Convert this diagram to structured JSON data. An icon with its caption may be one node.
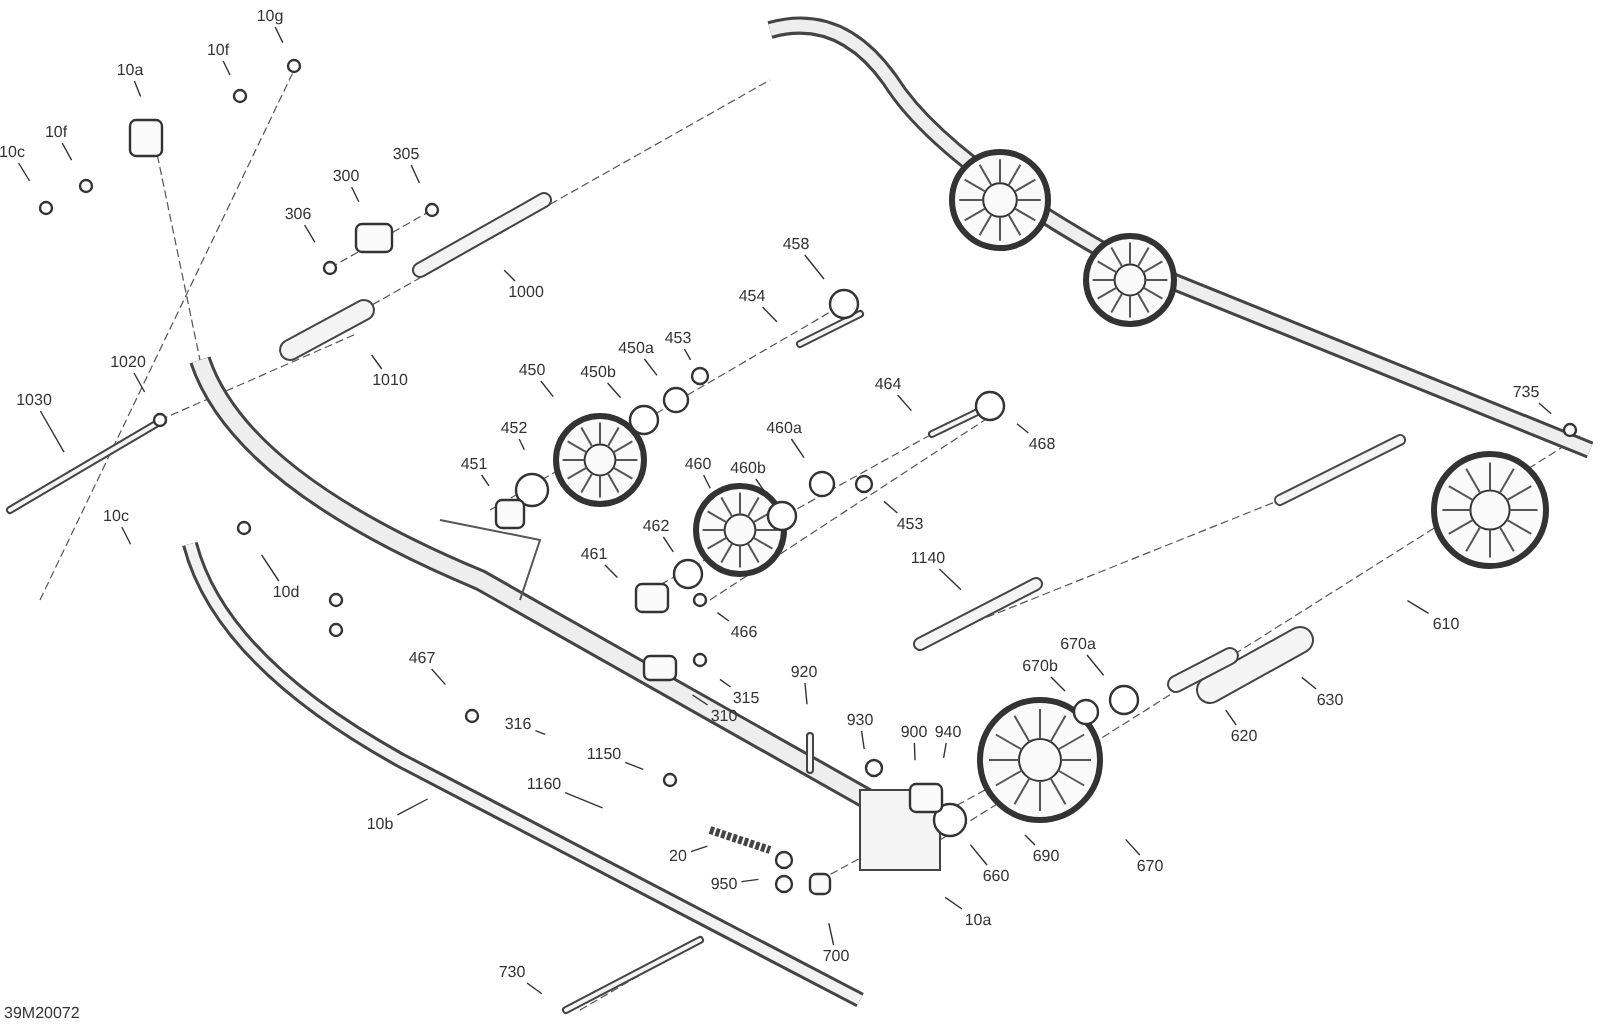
{
  "diagram": {
    "nodes": [
      {
        "text": [
          "10g"
        ]
      },
      {
        "text": [
          "10f"
        ]
      },
      {
        "text": [
          "10a"
        ]
      },
      {
        "text": [
          "10f"
        ]
      },
      {
        "text": [
          "10c"
        ]
      },
      {
        "text": [
          "305"
        ]
      },
      {
        "text": [
          "300"
        ]
      },
      {
        "text": [
          "306"
        ]
      },
      {
        "text": [
          "1000"
        ]
      },
      {
        "text": [
          "458"
        ]
      },
      {
        "text": [
          "454"
        ]
      },
      {
        "text": [
          "453"
        ]
      },
      {
        "text": [
          "450a"
        ]
      },
      {
        "text": [
          "450b"
        ]
      },
      {
        "text": [
          "450"
        ]
      },
      {
        "text": [
          "1020"
        ]
      },
      {
        "text": [
          "1010"
        ]
      },
      {
        "text": [
          "735"
        ]
      },
      {
        "text": [
          "1030"
        ]
      },
      {
        "text": [
          "464"
        ]
      },
      {
        "text": [
          "452"
        ]
      },
      {
        "text": [
          "468"
        ]
      },
      {
        "text": [
          "460a"
        ]
      },
      {
        "text": [
          "460b"
        ]
      },
      {
        "text": [
          "460"
        ]
      },
      {
        "text": [
          "451"
        ]
      },
      {
        "text": [
          "453"
        ]
      },
      {
        "text": [
          "10c"
        ]
      },
      {
        "text": [
          "462"
        ]
      },
      {
        "text": [
          "461"
        ]
      },
      {
        "text": [
          "1140"
        ]
      },
      {
        "text": [
          "10d"
        ]
      },
      {
        "text": [
          "610"
        ]
      },
      {
        "text": [
          "466"
        ]
      },
      {
        "text": [
          "670a"
        ]
      },
      {
        "text": [
          "467"
        ]
      },
      {
        "text": [
          "670b"
        ]
      },
      {
        "text": [
          "315"
        ]
      },
      {
        "text": [
          "630"
        ]
      },
      {
        "text": [
          "920"
        ]
      },
      {
        "text": [
          "310"
        ]
      },
      {
        "text": [
          "316"
        ]
      },
      {
        "text": [
          "620"
        ]
      },
      {
        "text": [
          "930"
        ]
      },
      {
        "text": [
          "940"
        ]
      },
      {
        "text": [
          "900"
        ]
      },
      {
        "text": [
          "1160"
        ]
      },
      {
        "text": [
          "1150"
        ]
      },
      {
        "text": [
          "10b"
        ]
      },
      {
        "text": [
          "20"
        ]
      },
      {
        "text": [
          "690"
        ]
      },
      {
        "text": [
          "660"
        ]
      },
      {
        "text": [
          "950"
        ]
      },
      {
        "text": [
          "670"
        ]
      },
      {
        "text": [
          "10a"
        ]
      },
      {
        "text": [
          "700"
        ]
      },
      {
        "text": [
          "730"
        ]
      }
    ],
    "edges": [
      {
        "from": 0,
        "to": null,
        "arrow": "none"
      },
      {
        "from": 1,
        "to": null,
        "arrow": "none"
      },
      {
        "from": 2,
        "to": null,
        "arrow": "none"
      },
      {
        "from": 3,
        "to": null,
        "arrow": "none"
      },
      {
        "from": 4,
        "to": null,
        "arrow": "none"
      },
      {
        "from": 5,
        "to": null,
        "arrow": "none"
      },
      {
        "from": 6,
        "to": null,
        "arrow": "none"
      },
      {
        "from": 7,
        "to": null,
        "arrow": "none"
      },
      {
        "from": 8,
        "to": null,
        "arrow": "none"
      },
      {
        "from": 9,
        "to": null,
        "arrow": "none"
      },
      {
        "from": 10,
        "to": null,
        "arrow": "none"
      },
      {
        "from": 11,
        "to": null,
        "arrow": "none"
      },
      {
        "from": 12,
        "to": null,
        "arrow": "none"
      },
      {
        "from": 13,
        "to": null,
        "arrow": "none"
      },
      {
        "from": 14,
        "to": null,
        "arrow": "none"
      },
      {
        "from": 15,
        "to": null,
        "arrow": "none"
      },
      {
        "from": 16,
        "to": null,
        "arrow": "none"
      },
      {
        "from": 17,
        "to": null,
        "arrow": "none"
      },
      {
        "from": 18,
        "to": null,
        "arrow": "none"
      },
      {
        "from": 19,
        "to": null,
        "arrow": "none"
      },
      {
        "from": 20,
        "to": null,
        "arrow": "none"
      },
      {
        "from": 21,
        "to": null,
        "arrow": "none"
      },
      {
        "from": 22,
        "to": null,
        "arrow": "none"
      },
      {
        "from": 23,
        "to": null,
        "arrow": "none"
      },
      {
        "from": 24,
        "to": null,
        "arrow": "none"
      },
      {
        "from": 25,
        "to": null,
        "arrow": "none"
      },
      {
        "from": 26,
        "to": null,
        "arrow": "none"
      },
      {
        "from": 27,
        "to": null,
        "arrow": "none"
      },
      {
        "from": 28,
        "to": null,
        "arrow": "none"
      },
      {
        "from": 29,
        "to": null,
        "arrow": "none"
      },
      {
        "from": 30,
        "to": null,
        "arrow": "none"
      },
      {
        "from": 31,
        "to": null,
        "arrow": "none"
      },
      {
        "from": 32,
        "to": null,
        "arrow": "none"
      },
      {
        "from": 33,
        "to": null,
        "arrow": "none"
      },
      {
        "from": 34,
        "to": null,
        "arrow": "none"
      },
      {
        "from": 35,
        "to": null,
        "arrow": "none"
      },
      {
        "from": 36,
        "to": null,
        "arrow": "none"
      },
      {
        "from": 37,
        "to": null,
        "arrow": "none"
      },
      {
        "from": 38,
        "to": null,
        "arrow": "none"
      },
      {
        "from": 39,
        "to": null,
        "arrow": "none"
      },
      {
        "from": 40,
        "to": null,
        "arrow": "none"
      },
      {
        "from": 41,
        "to": null,
        "arrow": "none"
      },
      {
        "from": 42,
        "to": null,
        "arrow": "none"
      },
      {
        "from": 43,
        "to": null,
        "arrow": "none"
      },
      {
        "from": 44,
        "to": null,
        "arrow": "none"
      },
      {
        "from": 45,
        "to": null,
        "arrow": "none"
      },
      {
        "from": 46,
        "to": null,
        "arrow": "none"
      },
      {
        "from": 47,
        "to": null,
        "arrow": "none"
      },
      {
        "from": 48,
        "to": null,
        "arrow": "none"
      },
      {
        "from": 49,
        "to": null,
        "arrow": "none"
      },
      {
        "from": 50,
        "to": null,
        "arrow": "none"
      },
      {
        "from": 51,
        "to": null,
        "arrow": "none"
      },
      {
        "from": 52,
        "to": null,
        "arrow": "none"
      },
      {
        "from": 53,
        "to": null,
        "arrow": "none"
      },
      {
        "from": 54,
        "to": null,
        "arrow": "none"
      },
      {
        "from": 55,
        "to": null,
        "arrow": "none"
      },
      {
        "from": 56,
        "to": null,
        "arrow": "none"
      }
    ],
    "labels": [
      "39M20072"
    ]
  }
}
